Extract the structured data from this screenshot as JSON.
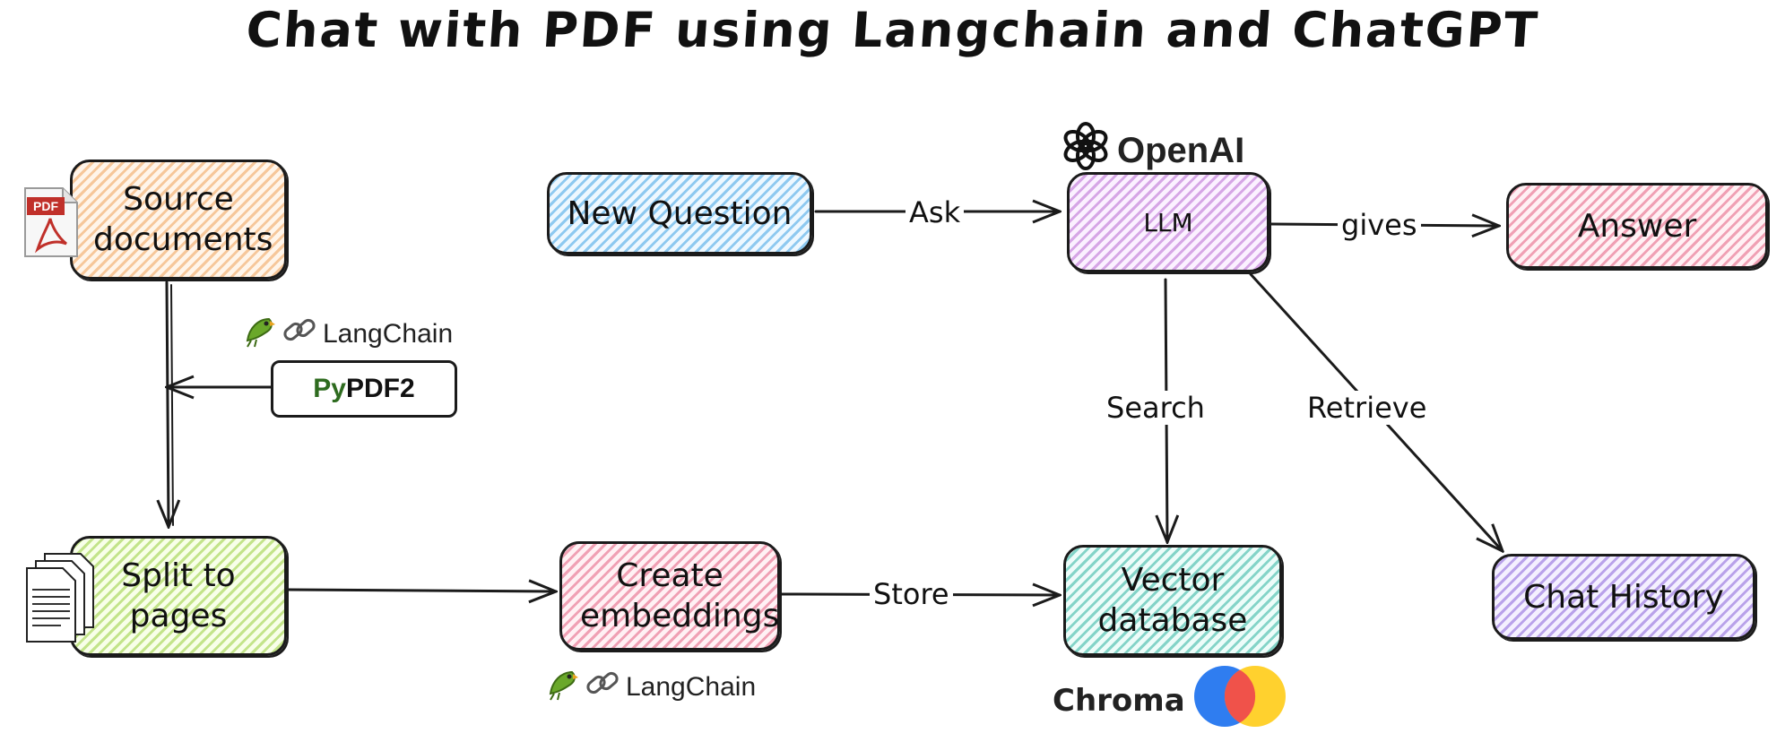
{
  "title": "Chat with PDF using Langchain and ChatGPT",
  "nodes": {
    "source": "Source documents",
    "question": "New Question",
    "llm": "LLM",
    "answer": "Answer",
    "split": "Split to pages",
    "embeddings": "Create embeddings",
    "vectordb": "Vector database",
    "history": "Chat History"
  },
  "edges": {
    "ask": "Ask",
    "gives": "gives",
    "search": "Search",
    "retrieve": "Retrieve",
    "store": "Store"
  },
  "brands": {
    "openai": "OpenAI",
    "langchain_top": "LangChain",
    "langchain_bottom": "LangChain",
    "pypdf_prefix": "Py",
    "pypdf_suffix": "PDF2",
    "chroma": "Chroma",
    "pdf_badge": "PDF"
  },
  "icons": [
    "pdf-file-icon",
    "pages-stack-icon",
    "parrot-icon",
    "chain-link-icon",
    "openai-logo-icon",
    "chroma-logo-icon"
  ],
  "colors": {
    "source": "#f6c79a",
    "question": "#8ec9f0",
    "llm": "#d6a6e6",
    "answer": "#f0a0b4",
    "split": "#c3e48a",
    "embeddings": "#f0a0b4",
    "vectordb": "#84d4c8",
    "history": "#b9a2ea",
    "chroma_blue": "#2f7df0",
    "chroma_red": "#f0524a",
    "chroma_yellow": "#ffd12e"
  }
}
